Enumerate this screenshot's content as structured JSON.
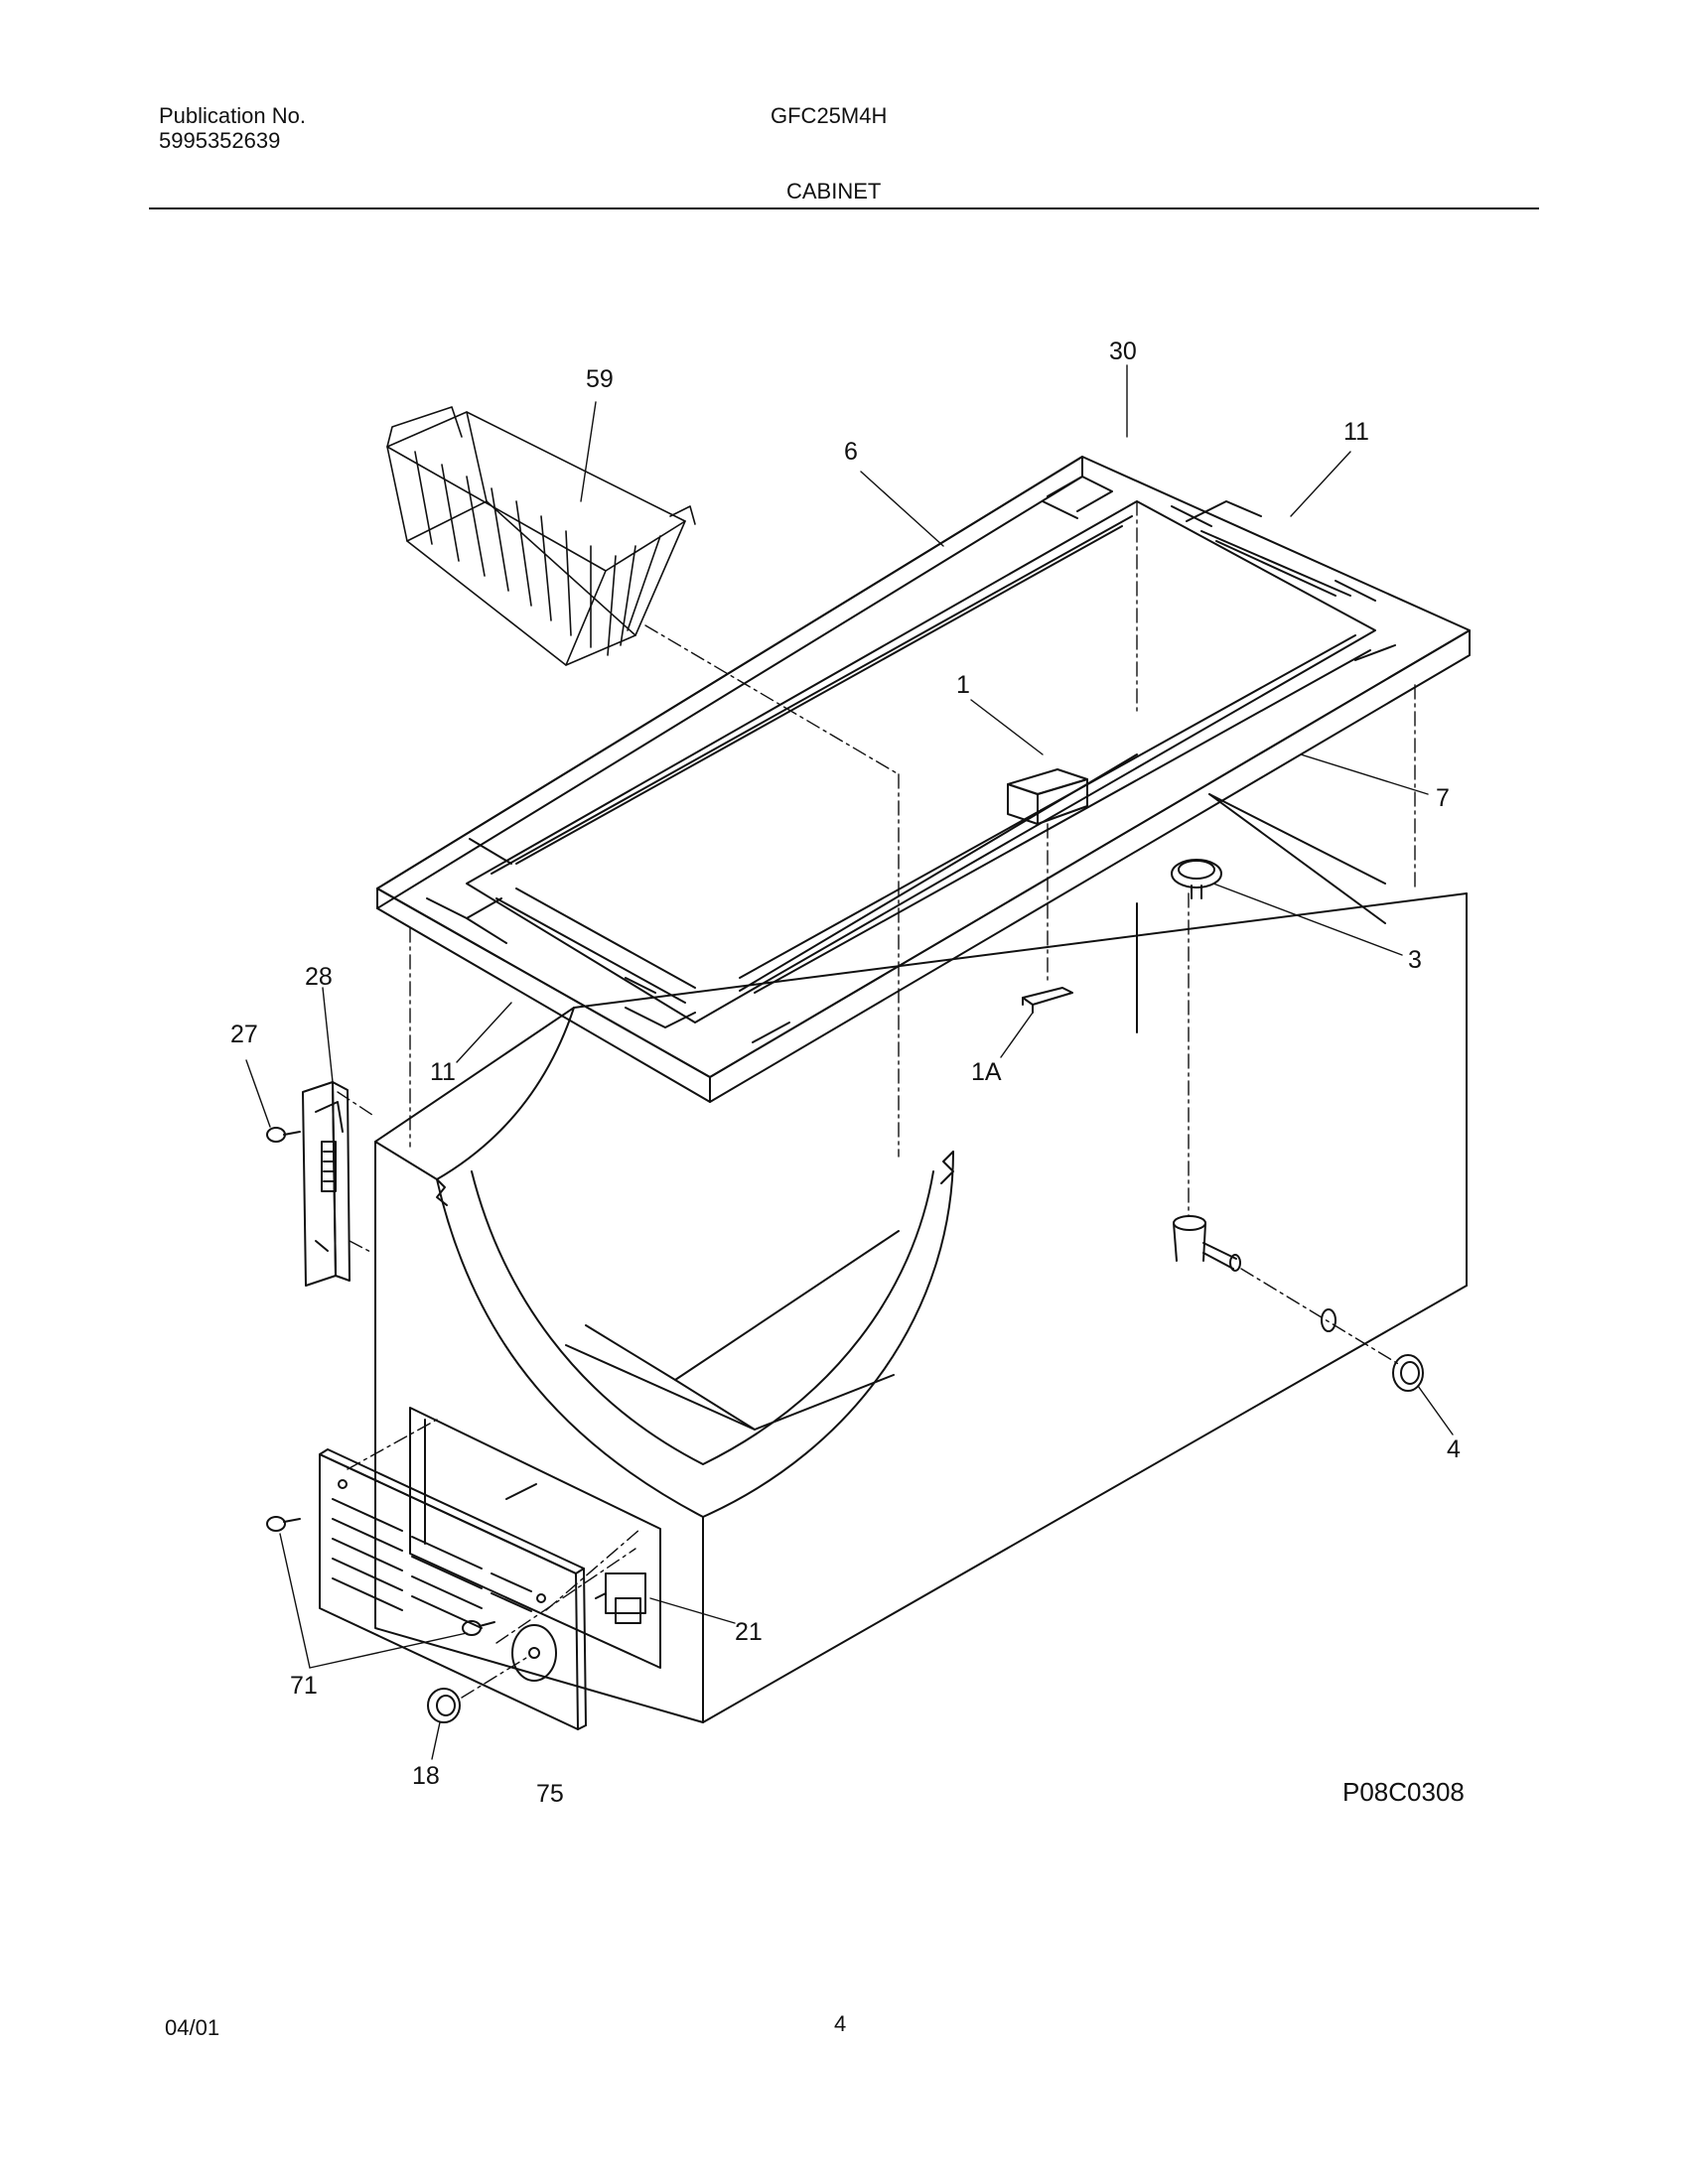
{
  "header": {
    "publication_label": "Publication No.",
    "publication_number": "5995352639",
    "model": "GFC25M4H",
    "section_title": "CABINET"
  },
  "diagram": {
    "callouts": {
      "basket": "59",
      "corner_breaker": "30",
      "breaker_long_rear": "6",
      "breaker_right_rear": "11",
      "handle": "1",
      "breaker_front": "7",
      "drain_cap": "3",
      "hinge": "28",
      "screw_hinge": "27",
      "breaker_left_front": "11",
      "handle_insert": "1A",
      "drain_plug": "4",
      "power_cord_clip": "21",
      "screws_grille": "71",
      "grommet": "18",
      "grille": "75"
    },
    "figure_id": "P08C0308"
  },
  "footer": {
    "date": "04/01",
    "page": "4"
  }
}
